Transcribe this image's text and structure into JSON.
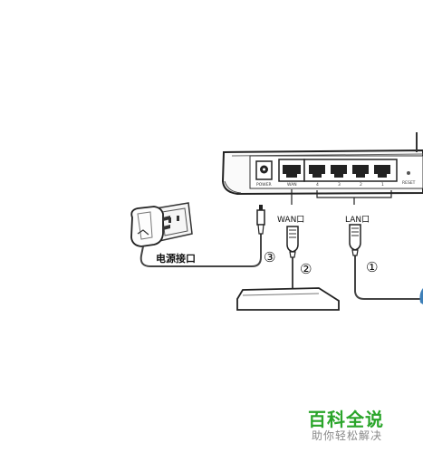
{
  "diagram": {
    "router": {
      "port_labels": [
        "POWER",
        "WAN",
        "4",
        "3",
        "2",
        "1",
        "RESET"
      ]
    },
    "labels": {
      "power_port": "电源接口",
      "wan_port": "WAN口",
      "lan_port": "LAN口"
    },
    "steps": [
      "①",
      "②",
      "③"
    ]
  },
  "watermark": {
    "title": "百科全说",
    "subtitle": "助你轻松解决",
    "color": "#2aa52a"
  }
}
